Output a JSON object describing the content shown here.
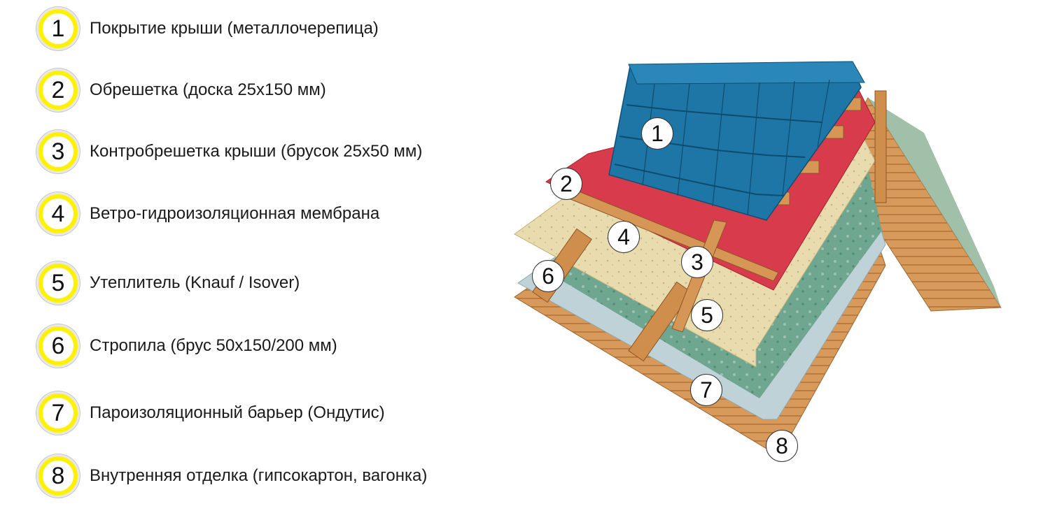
{
  "legend": [
    {
      "num": "1",
      "text": "Покрытие крыши (металлочерепица)"
    },
    {
      "num": "2",
      "text": "Обрешетка (доска 25х150 мм)"
    },
    {
      "num": "3",
      "text": "Контробрешетка крыши (брусок 25х50 мм)"
    },
    {
      "num": "4",
      "text": "Ветро-гидроизоляционная мембрана"
    },
    {
      "num": "5",
      "text": "Утеплитель (Knauf / Isover)"
    },
    {
      "num": "6",
      "text": "Стропила (брус 50х150/200 мм)"
    },
    {
      "num": "7",
      "text": "Пароизоляционный барьер (Ондутис)"
    },
    {
      "num": "8",
      "text": "Внутренняя отделка (гипсокартон, вагонка)"
    }
  ],
  "markers": [
    "1",
    "2",
    "3",
    "4",
    "5",
    "6",
    "7",
    "8"
  ],
  "colors": {
    "badge_fill": "#fff200",
    "roof_metal": "#1f78a8",
    "membrane": "#d93a4a",
    "insulation": "#e6d9a8",
    "vapor_barrier": "#b9cfd6",
    "wood": "#d89b5a"
  }
}
